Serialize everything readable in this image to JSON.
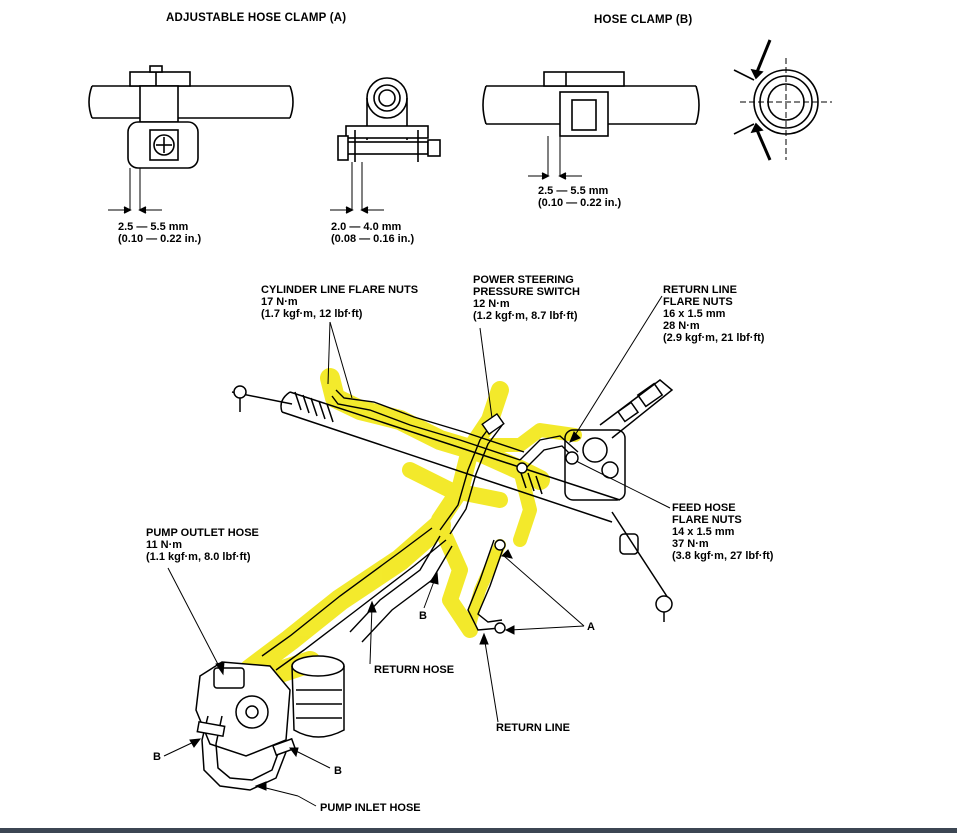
{
  "headings": {
    "clamp_a": "ADJUSTABLE HOSE CLAMP (A)",
    "clamp_b": "HOSE CLAMP (B)"
  },
  "dimensions": {
    "a_side": [
      "2.5 — 5.5 mm",
      "(0.10 — 0.22 in.)"
    ],
    "a_end": [
      "2.0 — 4.0 mm",
      "(0.08 — 0.16 in.)"
    ],
    "b_side": [
      "2.5 — 5.5 mm",
      "(0.10 — 0.22 in.)"
    ]
  },
  "callouts": {
    "cylinder_line": [
      "CYLINDER LINE FLARE NUTS",
      "17 N·m",
      "(1.7 kgf·m, 12 lbf·ft)"
    ],
    "pressure_switch": [
      "POWER STEERING",
      "PRESSURE SWITCH",
      "12 N·m",
      "(1.2 kgf·m, 8.7 lbf·ft)"
    ],
    "return_line_flare": [
      "RETURN LINE",
      "FLARE NUTS",
      "16 x 1.5 mm",
      "28 N·m",
      "(2.9 kgf·m, 21 lbf·ft)"
    ],
    "feed_hose_flare": [
      "FEED HOSE",
      "FLARE NUTS",
      "14 x 1.5 mm",
      "37 N·m",
      "(3.8 kgf·m, 27 lbf·ft)"
    ],
    "pump_outlet": [
      "PUMP OUTLET HOSE",
      "11 N·m",
      "(1.1 kgf·m, 8.0 lbf·ft)"
    ],
    "return_hose": "RETURN HOSE",
    "return_line": "RETURN LINE",
    "pump_inlet": "PUMP INLET HOSE",
    "letter_a": "A",
    "letter_b_mid": "B",
    "letter_b_left": "B",
    "letter_b_right": "B"
  },
  "colors": {
    "highlight": "#f2e81a",
    "line": "#000000",
    "bar": "#3c4653"
  }
}
